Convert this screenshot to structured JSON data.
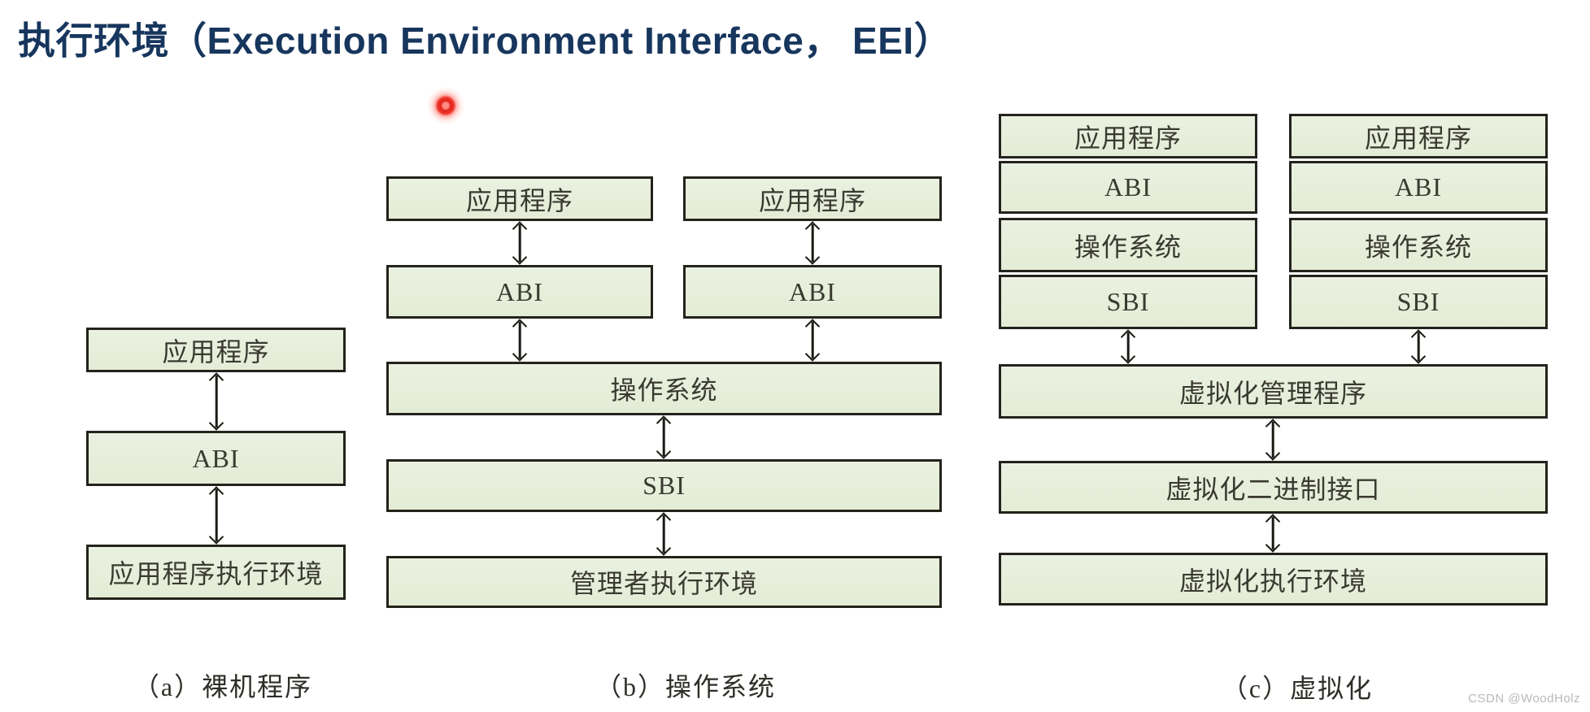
{
  "title": "执行环境（Execution Environment Interface， EEI）",
  "watermark": "CSDN @WoodHolz",
  "figures": {
    "a": {
      "caption": "（a）裸机程序",
      "boxes": {
        "app": "应用程序",
        "abi": "ABI",
        "env": "应用程序执行环境"
      }
    },
    "b": {
      "caption": "（b）操作系统",
      "boxes": {
        "app1": "应用程序",
        "app2": "应用程序",
        "abi1": "ABI",
        "abi2": "ABI",
        "os": "操作系统",
        "sbi": "SBI",
        "env": "管理者执行环境"
      }
    },
    "c": {
      "caption": "（c）虚拟化",
      "boxes": {
        "app1": "应用程序",
        "abi1": "ABI",
        "os1": "操作系统",
        "sbi1": "SBI",
        "app2": "应用程序",
        "abi2": "ABI",
        "os2": "操作系统",
        "sbi2": "SBI",
        "hypervisor": "虚拟化管理程序",
        "vbi": "虚拟化二进制接口",
        "venv": "虚拟化执行环境"
      }
    }
  },
  "colors": {
    "title": "#17365d",
    "box_fill": "#e6eeda",
    "box_border": "#23231c",
    "box_text": "#3a3a30",
    "laser_dot": "#e0241b",
    "watermark": "#b9b9b9"
  }
}
